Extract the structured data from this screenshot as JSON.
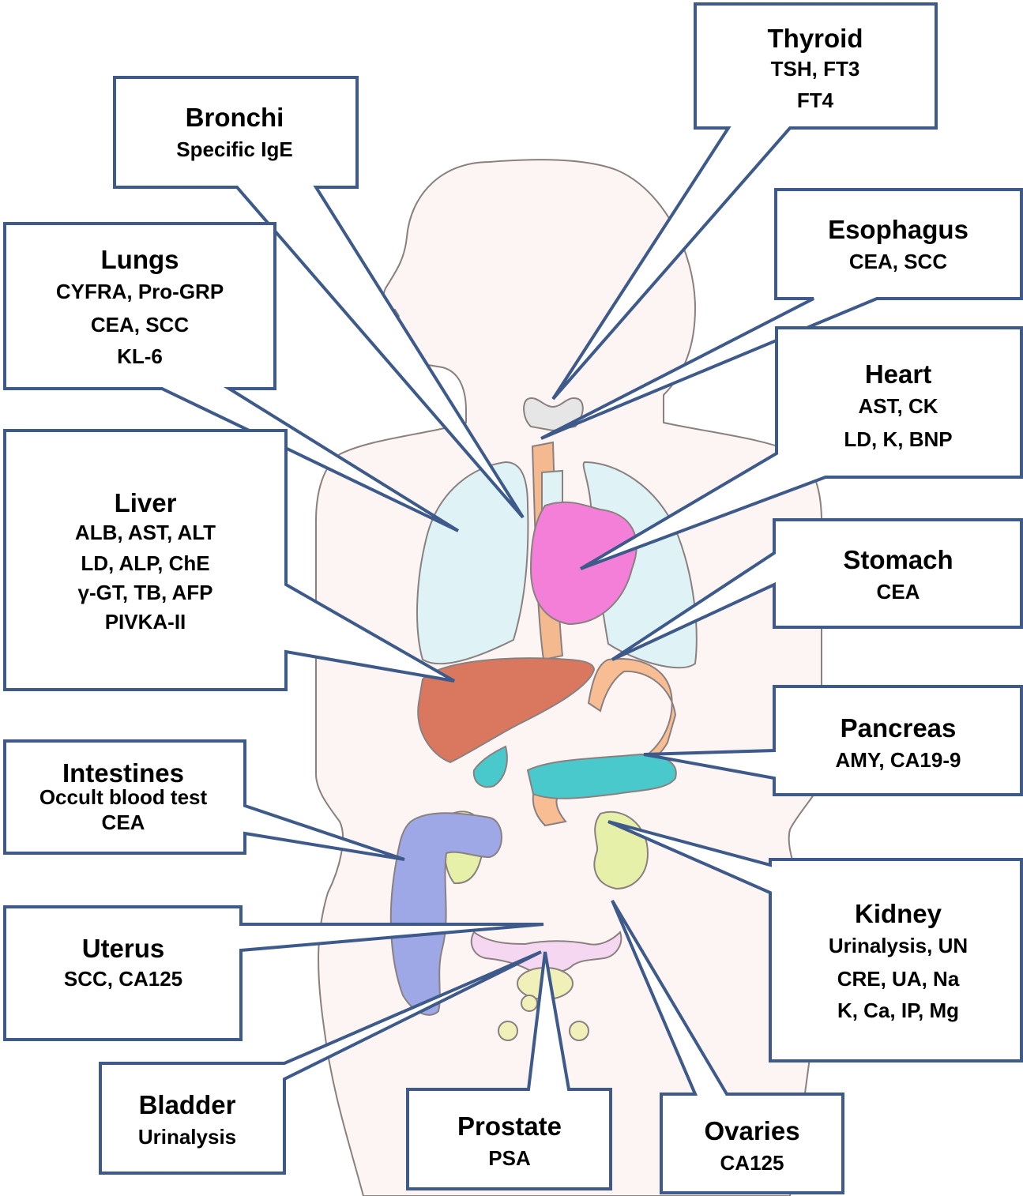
{
  "colors": {
    "callout_border": "#3d5a8a",
    "callout_fill": "#ffffff",
    "body_fill": "#fdf4f4",
    "body_outline": "#8a8080",
    "lung": "#dff3f7",
    "heart": "#f47fd9",
    "liver": "#d9775f",
    "stomach": "#f8bd92",
    "pancreas": "#49c9cb",
    "gallbladder": "#49c9cb",
    "kidney": "#e6f0a8",
    "colon": "#9ea8e6",
    "uterus": "#f6d7f2",
    "bladder": "#f1f0b8",
    "thyroid": "#e6e6e6",
    "esophagus": "#f4b98e",
    "trachea": "#dff3f7"
  },
  "callouts": [
    {
      "key": "thyroid",
      "title": "Thyroid",
      "lines": [
        "TSH, FT3",
        "FT4"
      ]
    },
    {
      "key": "bronchi",
      "title": "Bronchi",
      "lines": [
        "Specific IgE"
      ]
    },
    {
      "key": "esophagus",
      "title": "Esophagus",
      "lines": [
        "CEA, SCC"
      ]
    },
    {
      "key": "lungs",
      "title": "Lungs",
      "lines": [
        "CYFRA,  Pro-GRP",
        "CEA,   SCC",
        "KL-6"
      ]
    },
    {
      "key": "heart",
      "title": "Heart",
      "lines": [
        "AST, CK",
        "LD, K, BNP"
      ]
    },
    {
      "key": "liver",
      "title": "Liver",
      "lines": [
        "ALB, AST, ALT",
        "LD, ALP, ChE",
        "γ-GT, TB, AFP",
        "PIVKA-II"
      ]
    },
    {
      "key": "stomach",
      "title": "Stomach",
      "lines": [
        "CEA"
      ]
    },
    {
      "key": "pancreas",
      "title": "Pancreas",
      "lines": [
        "AMY, CA19-9"
      ]
    },
    {
      "key": "intestines",
      "title": "Intestines",
      "lines": [
        "Occult blood test",
        "CEA"
      ]
    },
    {
      "key": "kidney",
      "title": "Kidney",
      "lines": [
        "Urinalysis, UN",
        "CRE, UA, Na",
        "K, Ca, IP, Mg"
      ]
    },
    {
      "key": "uterus",
      "title": "Uterus",
      "lines": [
        "SCC, CA125"
      ]
    },
    {
      "key": "bladder",
      "title": "Bladder",
      "lines": [
        "Urinalysis"
      ]
    },
    {
      "key": "prostate",
      "title": "Prostate",
      "lines": [
        "PSA"
      ]
    },
    {
      "key": "ovaries",
      "title": "Ovaries",
      "lines": [
        "CA125"
      ]
    }
  ]
}
